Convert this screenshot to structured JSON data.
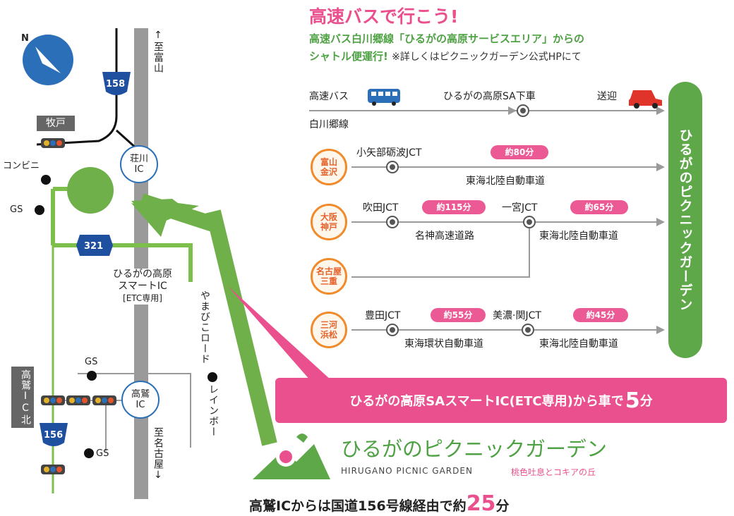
{
  "headline": "高速バスで行こう!",
  "sub_line1": "高速バス白川郷線「ひるがの高原サービスエリア」からの",
  "sub_line2_prefix": "シャトル便運行!",
  "sub_line2_note": "※詳しくはピクニックガーデン公式HPにて",
  "bus_route": {
    "start": "高速バス",
    "line_name": "白川郷線",
    "stop": "ひるがの高原SA下車",
    "transfer": "送迎"
  },
  "routes": [
    {
      "origin": [
        "富山",
        "金沢"
      ],
      "jct": "小矢部砺波JCT",
      "time": "約80分",
      "road": "東海北陸自動車道"
    },
    {
      "origin": [
        "大阪",
        "神戸"
      ],
      "jct1": "吹田JCT",
      "time1": "約115分",
      "road1": "名神高速道路",
      "jct2": "一宮JCT",
      "time2": "約65分",
      "road2": "東海北陸自動車道"
    },
    {
      "origin": [
        "名古屋",
        "三重"
      ]
    },
    {
      "origin": [
        "三河",
        "浜松"
      ],
      "jct1": "豊田JCT",
      "time1": "約55分",
      "road1": "東海環状自動車道",
      "jct2": "美濃·関JCT",
      "time2": "約45分",
      "road2": "東海北陸自動車道"
    }
  ],
  "destination": "ひるがのピクニックガーデン",
  "banner": {
    "text": "ひるがの高原SAスマートIC(ETC専用)から車で",
    "number": "5",
    "unit": "分"
  },
  "map": {
    "north": "N",
    "route_158": "158",
    "route_321": "321",
    "route_156": "156",
    "to_toyama": "↑至富山",
    "to_nagoya": "至名古屋↓",
    "makido": "牧戸",
    "convenience": "コンビニ",
    "gs_left": "GS",
    "gs_mid": "GS",
    "gs_bottom": "GS",
    "shokawa_ic": [
      "荘川",
      "IC"
    ],
    "smart_ic": [
      "ひるがの高原",
      "スマートIC",
      "[ETC専用]"
    ],
    "yamabiko_road": "やまびこロード",
    "rainbow": "レインボー",
    "takasu_ic": [
      "高鷲",
      "IC"
    ],
    "takasu_ic_north": "高鷲IC北"
  },
  "brand": {
    "name": "ひるがのピクニックガーデン",
    "english": "HIRUGANO PICNIC GARDEN",
    "tagline": "桃色吐息とコキアの丘"
  },
  "footer": {
    "text": "高鷲ICからは国道156号線経由で約",
    "number": "25",
    "unit": "分"
  },
  "colors": {
    "pink": "#e9508d",
    "green": "#5ea84a",
    "blue": "#2a6fb7",
    "orange": "#f08a2a",
    "gray": "#999999"
  }
}
